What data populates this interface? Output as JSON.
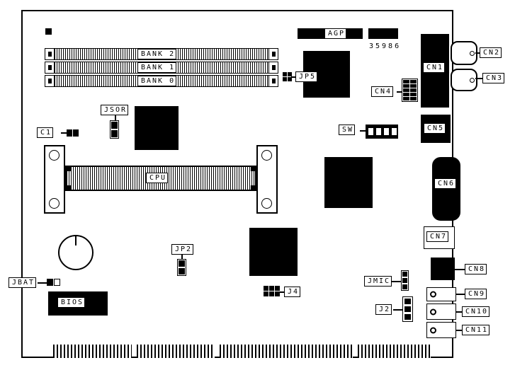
{
  "diagram": {
    "part_number": "35986",
    "labels": {
      "bank2": "BANK 2",
      "bank1": "BANK 1",
      "bank0": "BANK 0",
      "agp": "AGP",
      "jp5": "JP5",
      "jsor": "JSOR",
      "c1": "C1",
      "sw": "SW",
      "cpu": "CPU",
      "jp2": "JP2",
      "jbat": "JBAT",
      "bios": "BIOS",
      "j4": "J4",
      "jmic": "JMIC",
      "j2": "J2",
      "cn1": "CN1",
      "cn2": "CN2",
      "cn3": "CN3",
      "cn4": "CN4",
      "cn5": "CN5",
      "cn6": "CN6",
      "cn7": "CN7",
      "cn8": "CN8",
      "cn9": "CN9",
      "cn10": "CN10",
      "cn11": "CN11"
    },
    "colors": {
      "line": "#000000",
      "fill": "#000000",
      "background": "#ffffff"
    }
  }
}
